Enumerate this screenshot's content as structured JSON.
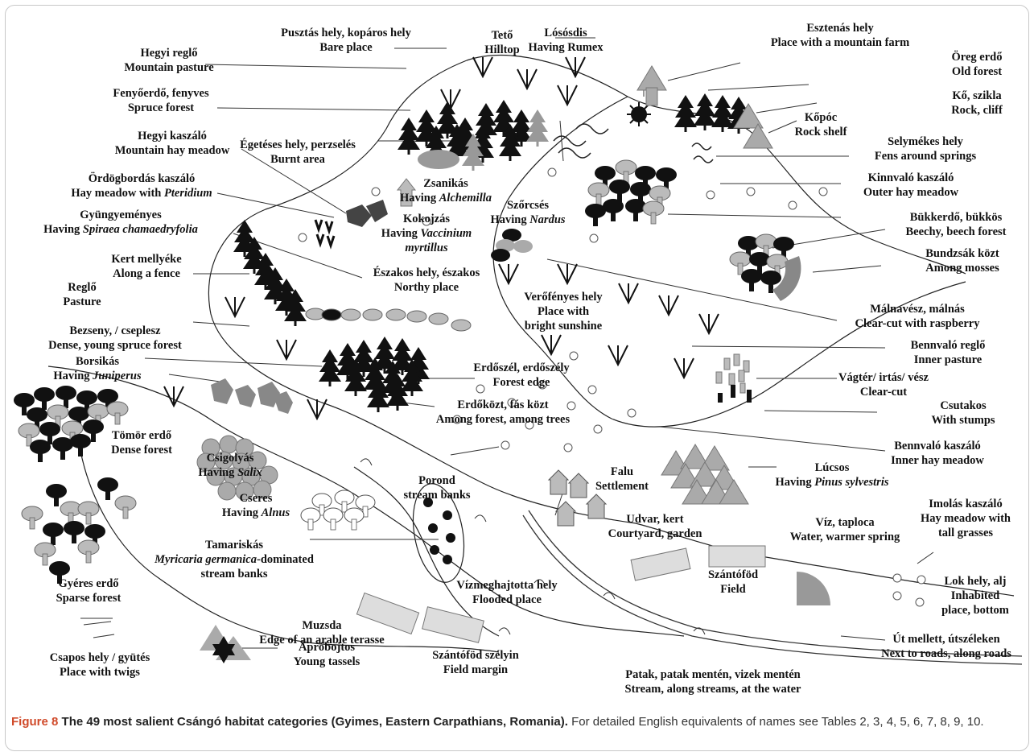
{
  "figure": {
    "caption_label": "Figure 8",
    "caption_title": "The 49 most salient Csángó habitat categories (Gyimes, Eastern Carpathians, Romania).",
    "caption_text": "For detailed English equivalents of names see Tables 2, 3, 4, 5, 6, 7, 8, 9, 10."
  },
  "labels": [
    {
      "id": "puszta",
      "l1": "Pusztás hely, kopáros hely",
      "l2": "Bare place"
    },
    {
      "id": "teto",
      "l1": "Tető",
      "l2": "Hilltop"
    },
    {
      "id": "losos",
      "l1": "Lósósdis",
      "l2": "Having Rumex"
    },
    {
      "id": "esztena",
      "l1": "Esztenás hely",
      "l2": "Place with a mountain farm"
    },
    {
      "id": "hegyiReglo",
      "l1": "Hegyi reglő",
      "l2": "Mountain pasture"
    },
    {
      "id": "oreg",
      "l1": "Öreg erdő",
      "l2": "Old forest"
    },
    {
      "id": "fenyo",
      "l1": "Fenyőerdő, fenyves",
      "l2": "Spruce forest"
    },
    {
      "id": "ko",
      "l1": "Kő, szikla",
      "l2": "Rock, cliff"
    },
    {
      "id": "kopoc",
      "l1": "Kőpóc",
      "l2": "Rock shelf"
    },
    {
      "id": "hegyiKaszalo",
      "l1": "Hegyi kaszáló",
      "l2": "Mountain hay meadow"
    },
    {
      "id": "egetes",
      "l1": "Égetéses hely, perzselés",
      "l2": "Burnt area"
    },
    {
      "id": "selymes",
      "l1": "Selymékes hely",
      "l2": "Fens around springs"
    },
    {
      "id": "zsanikas",
      "l1": "Zsanikás",
      "l2": "Having ",
      "l2i": "Alchemilla"
    },
    {
      "id": "ordog",
      "l1": "Ördögbordás kaszáló",
      "l2": "Hay meadow with ",
      "l2i": "Pteridium"
    },
    {
      "id": "kinn",
      "l1": "Kinnvaló kaszáló",
      "l2": "Outer hay meadow"
    },
    {
      "id": "szorcses",
      "l1": "Szőrcsés",
      "l2": "Having ",
      "l2i": "Nardus"
    },
    {
      "id": "gyongy",
      "l1": "Gyüngyeményes",
      "l2": "Having ",
      "l2i": "Spiraea chamaedryfolia"
    },
    {
      "id": "kokojzas",
      "l1": "Kokojzás",
      "l2": "Having ",
      "l2i": "Vaccinium",
      "l3i": "myrtillus"
    },
    {
      "id": "bukk",
      "l1": "Bükkerdő, bükkös",
      "l2": "Beechy, beech forest"
    },
    {
      "id": "kert",
      "l1": "Kert mellyéke",
      "l2": "Along a fence"
    },
    {
      "id": "eszkos",
      "l1": "Északos hely, északos",
      "l2": "Northy place"
    },
    {
      "id": "bundzsak",
      "l1": "Bundzsák közt",
      "l2": "Among mosses"
    },
    {
      "id": "reglo",
      "l1": "Reglő",
      "l2": "Pasture"
    },
    {
      "id": "verofeny",
      "l1": "Verőfényes hely",
      "l2": "Place with",
      "l3": "bright sunshine"
    },
    {
      "id": "malna",
      "l1": "Málnavész, málnás",
      "l2": "Clear-cut with raspberry"
    },
    {
      "id": "bezseny",
      "l1": "Bezseny, / cseplesz",
      "l2": "Dense, young spruce forest"
    },
    {
      "id": "bennReglo",
      "l1": "Bennvaló reglő",
      "l2": "Inner pasture"
    },
    {
      "id": "borsikas",
      "l1": "Borsikás",
      "l2": "Having ",
      "l2i": "Juniperus"
    },
    {
      "id": "erdoszel",
      "l1": "Erdőszél, erdőszély",
      "l2": "Forest edge"
    },
    {
      "id": "vagter",
      "l1": "Vágtér/ irtás/ vész",
      "l2": "Clear-cut"
    },
    {
      "id": "erdokozt",
      "l1": "Erdőközt, fás közt",
      "l2": "Among forest, among trees"
    },
    {
      "id": "csutakos",
      "l1": "Csutakos",
      "l2": "With stumps"
    },
    {
      "id": "tomor",
      "l1": "Tömör erdő",
      "l2": "Dense forest"
    },
    {
      "id": "bennKaszalo",
      "l1": "Bennvaló kaszáló",
      "l2": "Inner hay meadow"
    },
    {
      "id": "csigolyas",
      "l1": "Csigolyás",
      "l2": "Having ",
      "l2i": "Salix"
    },
    {
      "id": "falu",
      "l1": "Falu",
      "l2": "Settlement"
    },
    {
      "id": "lucsos",
      "l1": "Lúcsos",
      "l2": "Having ",
      "l2i": "Pinus sylvestris"
    },
    {
      "id": "porond",
      "l1": "Porond",
      "l2": "stream banks"
    },
    {
      "id": "cseres",
      "l1": "Cseres",
      "l2": "Having ",
      "l2i": "Alnus"
    },
    {
      "id": "udvar",
      "l1": "Udvar, kert",
      "l2": "Courtyard, garden"
    },
    {
      "id": "imolas",
      "l1": "Imolás  kaszáló",
      "l2": "Hay meadow with",
      "l3": "tall grasses"
    },
    {
      "id": "viz",
      "l1": "Víz, taploca",
      "l2": "Water, warmer spring"
    },
    {
      "id": "tamariskas",
      "l1": "Tamariskás",
      "l2i": "Myricaria germanica",
      "l2": "-dominated",
      "l3": "stream banks"
    },
    {
      "id": "szanto",
      "l1": "Szántóföd",
      "l2": "Field"
    },
    {
      "id": "lok",
      "l1": "Lok hely, alj",
      "l2": "Inhabited",
      "l3": "place, bottom"
    },
    {
      "id": "gyeres",
      "l1": "Gyéres erdő",
      "l2": "Sparse forest"
    },
    {
      "id": "vizmeg",
      "l1": "Vízmeghajtotta hely",
      "l2": "Flooded place"
    },
    {
      "id": "muzsda",
      "l1": "Muzsda",
      "l2": "Edge of an arable terasse"
    },
    {
      "id": "ut",
      "l1": "Út mellett, útszéleken",
      "l2": "Next to roads, along roads"
    },
    {
      "id": "szantoSzely",
      "l1": "Szántóföd szélyin",
      "l2": "Field margin"
    },
    {
      "id": "csapos",
      "l1": "Csapos hely / gyütés",
      "l2": "Place with twigs"
    },
    {
      "id": "aprobojtos",
      "l1": "Apróbojtos",
      "l2": "Young tassels"
    },
    {
      "id": "patak",
      "l1": "Patak, patak mentén, vizek mentén",
      "l2": "Stream, along streams, at the water"
    }
  ]
}
